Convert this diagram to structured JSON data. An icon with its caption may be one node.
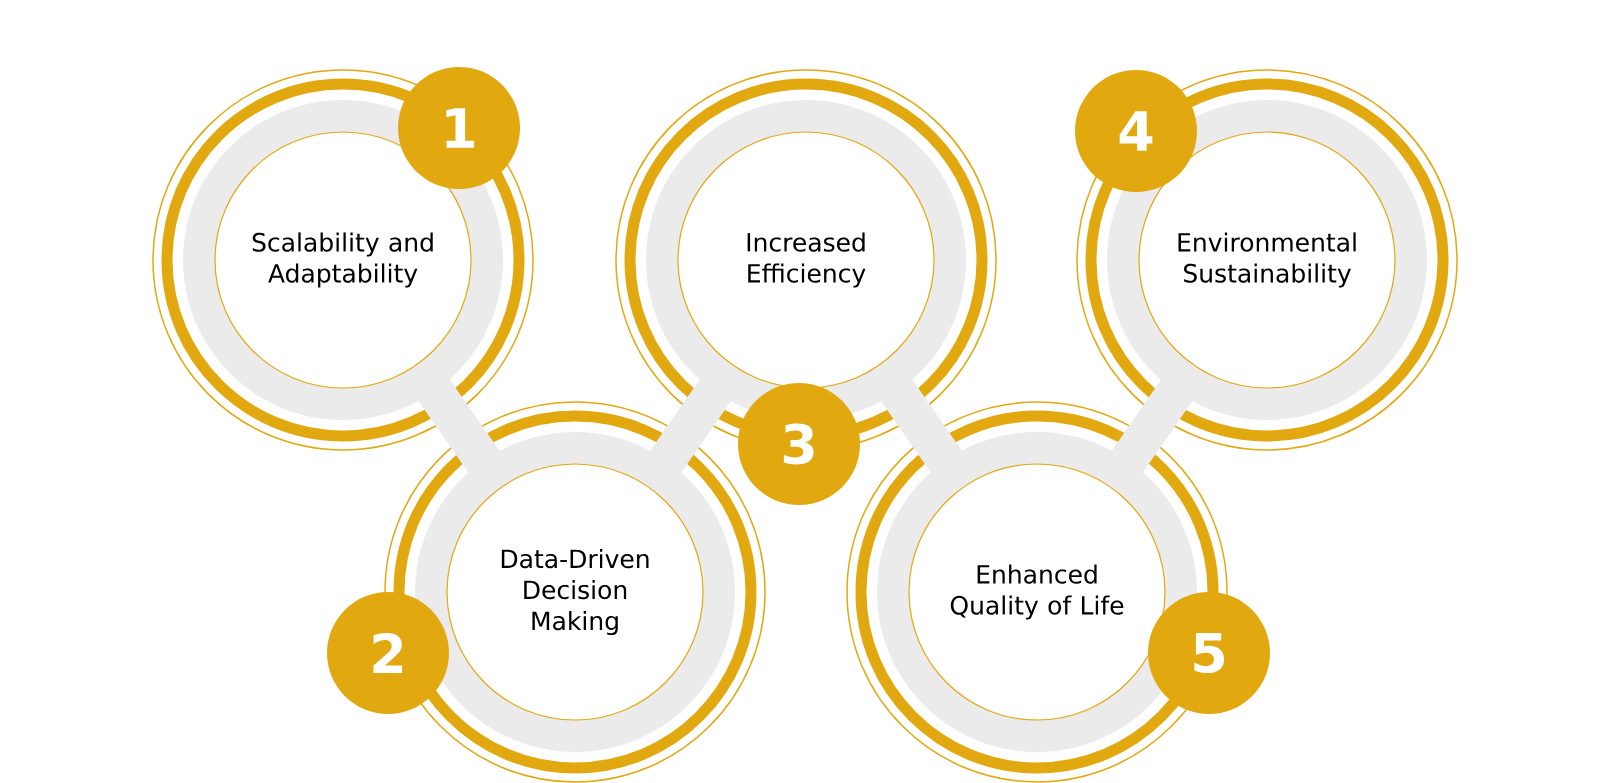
{
  "diagram": {
    "nodes": [
      {
        "text": [
          "Scalability and Adaptability"
        ]
      },
      {
        "text": [
          "Data-Driven Decision Making"
        ]
      },
      {
        "text": [
          "Increased Efficiency"
        ]
      },
      {
        "text": [
          "Enhanced Quality of Life"
        ]
      },
      {
        "text": [
          "Environmental Sustainability"
        ]
      },
      {
        "text": [
          "1"
        ]
      },
      {
        "text": [
          "2"
        ]
      },
      {
        "text": [
          "3"
        ]
      },
      {
        "text": [
          "4"
        ]
      },
      {
        "text": [
          "5"
        ]
      }
    ],
    "edges": [
      {
        "from": 0,
        "to": 1,
        "arrow": "none"
      },
      {
        "from": 1,
        "to": 2,
        "arrow": "none"
      },
      {
        "from": 2,
        "to": 3,
        "arrow": "none"
      },
      {
        "from": 3,
        "to": 4,
        "arrow": "none"
      }
    ]
  }
}
